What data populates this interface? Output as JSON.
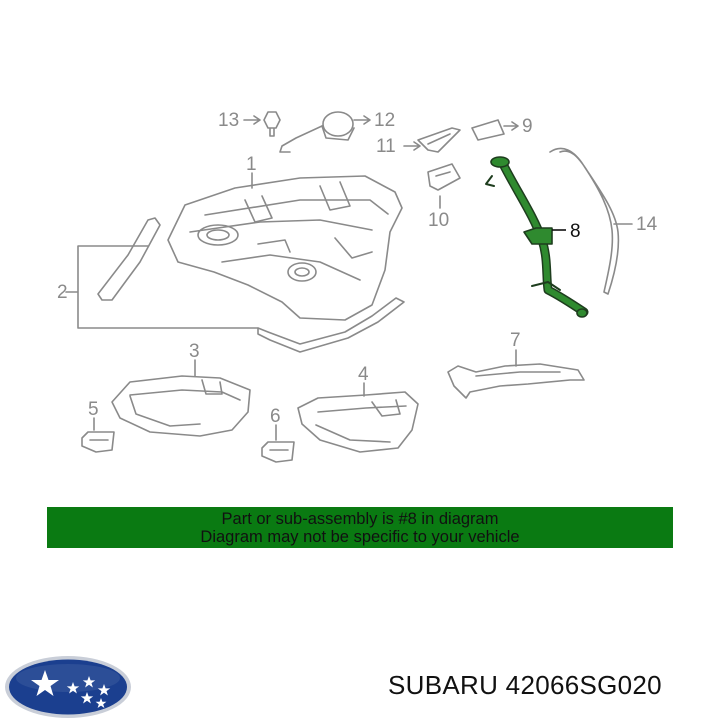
{
  "callouts": {
    "c1": "1",
    "c2": "2",
    "c3": "3",
    "c4": "4",
    "c5": "5",
    "c6": "6",
    "c7": "7",
    "c8": "8",
    "c9": "9",
    "c10": "10",
    "c11": "11",
    "c12": "12",
    "c13": "13",
    "c14": "14"
  },
  "highlighted_part": "8",
  "banner": {
    "line1": "Part or sub-assembly is #8 in diagram",
    "line2": "Diagram may not be specific to your vehicle",
    "color": "#0a7a12"
  },
  "brand": {
    "logo_icon": "subaru-logo-icon",
    "logo_colors": {
      "oval": "#1b3f8f",
      "stars": "#ffffff",
      "rim": "#c9ced8"
    }
  },
  "part_label": "SUBARU 42066SG020",
  "colors": {
    "line_art": "#8a8a8a",
    "highlight": "#2f8a2f"
  }
}
